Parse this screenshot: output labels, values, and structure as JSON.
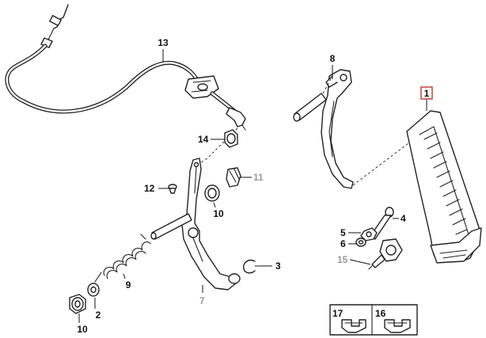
{
  "callouts": {
    "c1": "1",
    "c2": "2",
    "c3": "3",
    "c4": "4",
    "c5": "5",
    "c6": "6",
    "c7": "7",
    "c8": "8",
    "c9": "9",
    "c10a": "10",
    "c10b": "10",
    "c11": "11",
    "c12": "12",
    "c13": "13",
    "c14": "14",
    "c15": "15",
    "c16": "16",
    "c17": "17"
  },
  "colors": {
    "highlight_box": "#c0392b",
    "inactive_label": "#999999"
  }
}
